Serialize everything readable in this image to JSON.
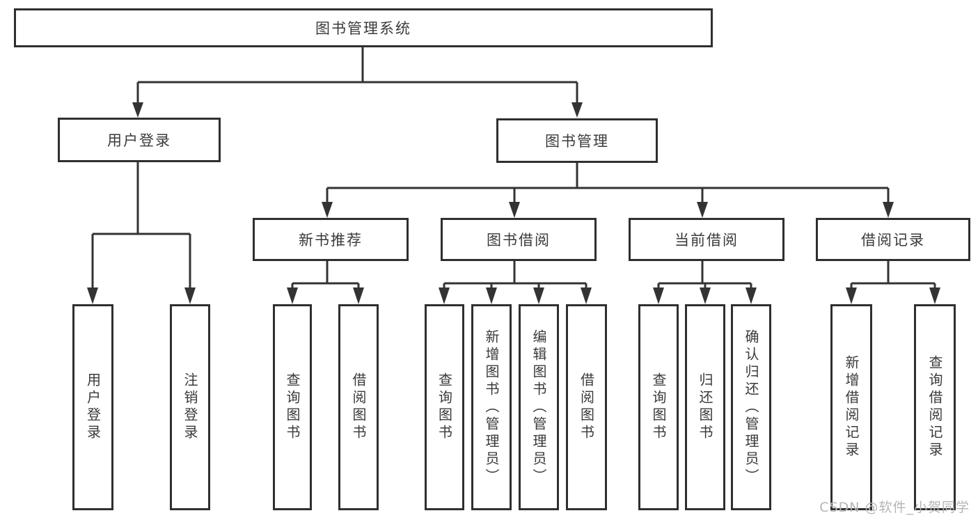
{
  "diagram": {
    "type": "tree",
    "title": "图书管理系统",
    "structure": {
      "图书管理系统": {
        "用户登录": [
          "用户登录",
          "注销登录"
        ],
        "图书管理": {
          "新书推荐": [
            "查询图书",
            "借阅图书"
          ],
          "图书借阅": [
            "查询图书",
            "新增图书（管理员）",
            "编辑图书（管理员）",
            "借阅图书"
          ],
          "当前借阅": [
            "查询图书",
            "归还图书",
            "确认归还（管理员）"
          ],
          "借阅记录": [
            "新增借阅记录",
            "查询借阅记录"
          ]
        }
      }
    }
  },
  "nodes": {
    "root": {
      "label": "图书管理系统"
    },
    "user_login": {
      "label": "用户登录"
    },
    "book_mgmt": {
      "label": "图书管理"
    },
    "new_rec": {
      "label": "新书推荐"
    },
    "book_borrow": {
      "label": "图书借阅"
    },
    "current_borrow": {
      "label": "当前借阅"
    },
    "borrow_records": {
      "label": "借阅记录"
    },
    "leaf_user_login": {
      "label": "用户登录"
    },
    "leaf_logout": {
      "label": "注销登录"
    },
    "leaf_rec_query": {
      "label": "查询图书"
    },
    "leaf_rec_borrow": {
      "label": "借阅图书"
    },
    "leaf_bb_query": {
      "label": "查询图书"
    },
    "leaf_bb_add": {
      "label": "新增图书（管理员）"
    },
    "leaf_bb_edit": {
      "label": "编辑图书（管理员）"
    },
    "leaf_bb_borrow": {
      "label": "借阅图书"
    },
    "leaf_cb_query": {
      "label": "查询图书"
    },
    "leaf_cb_return": {
      "label": "归还图书"
    },
    "leaf_cb_confirm": {
      "label": "确认归还（管理员）"
    },
    "leaf_br_add": {
      "label": "新增借阅记录"
    },
    "leaf_br_query": {
      "label": "查询借阅记录"
    }
  },
  "watermark": {
    "text": "CSDN @软件_小贺同学"
  },
  "colors": {
    "line": "#333333",
    "box_border": "#2f2f2f",
    "text": "#3a3a3a",
    "watermark": "#b5b5b5",
    "background": "#ffffff"
  }
}
